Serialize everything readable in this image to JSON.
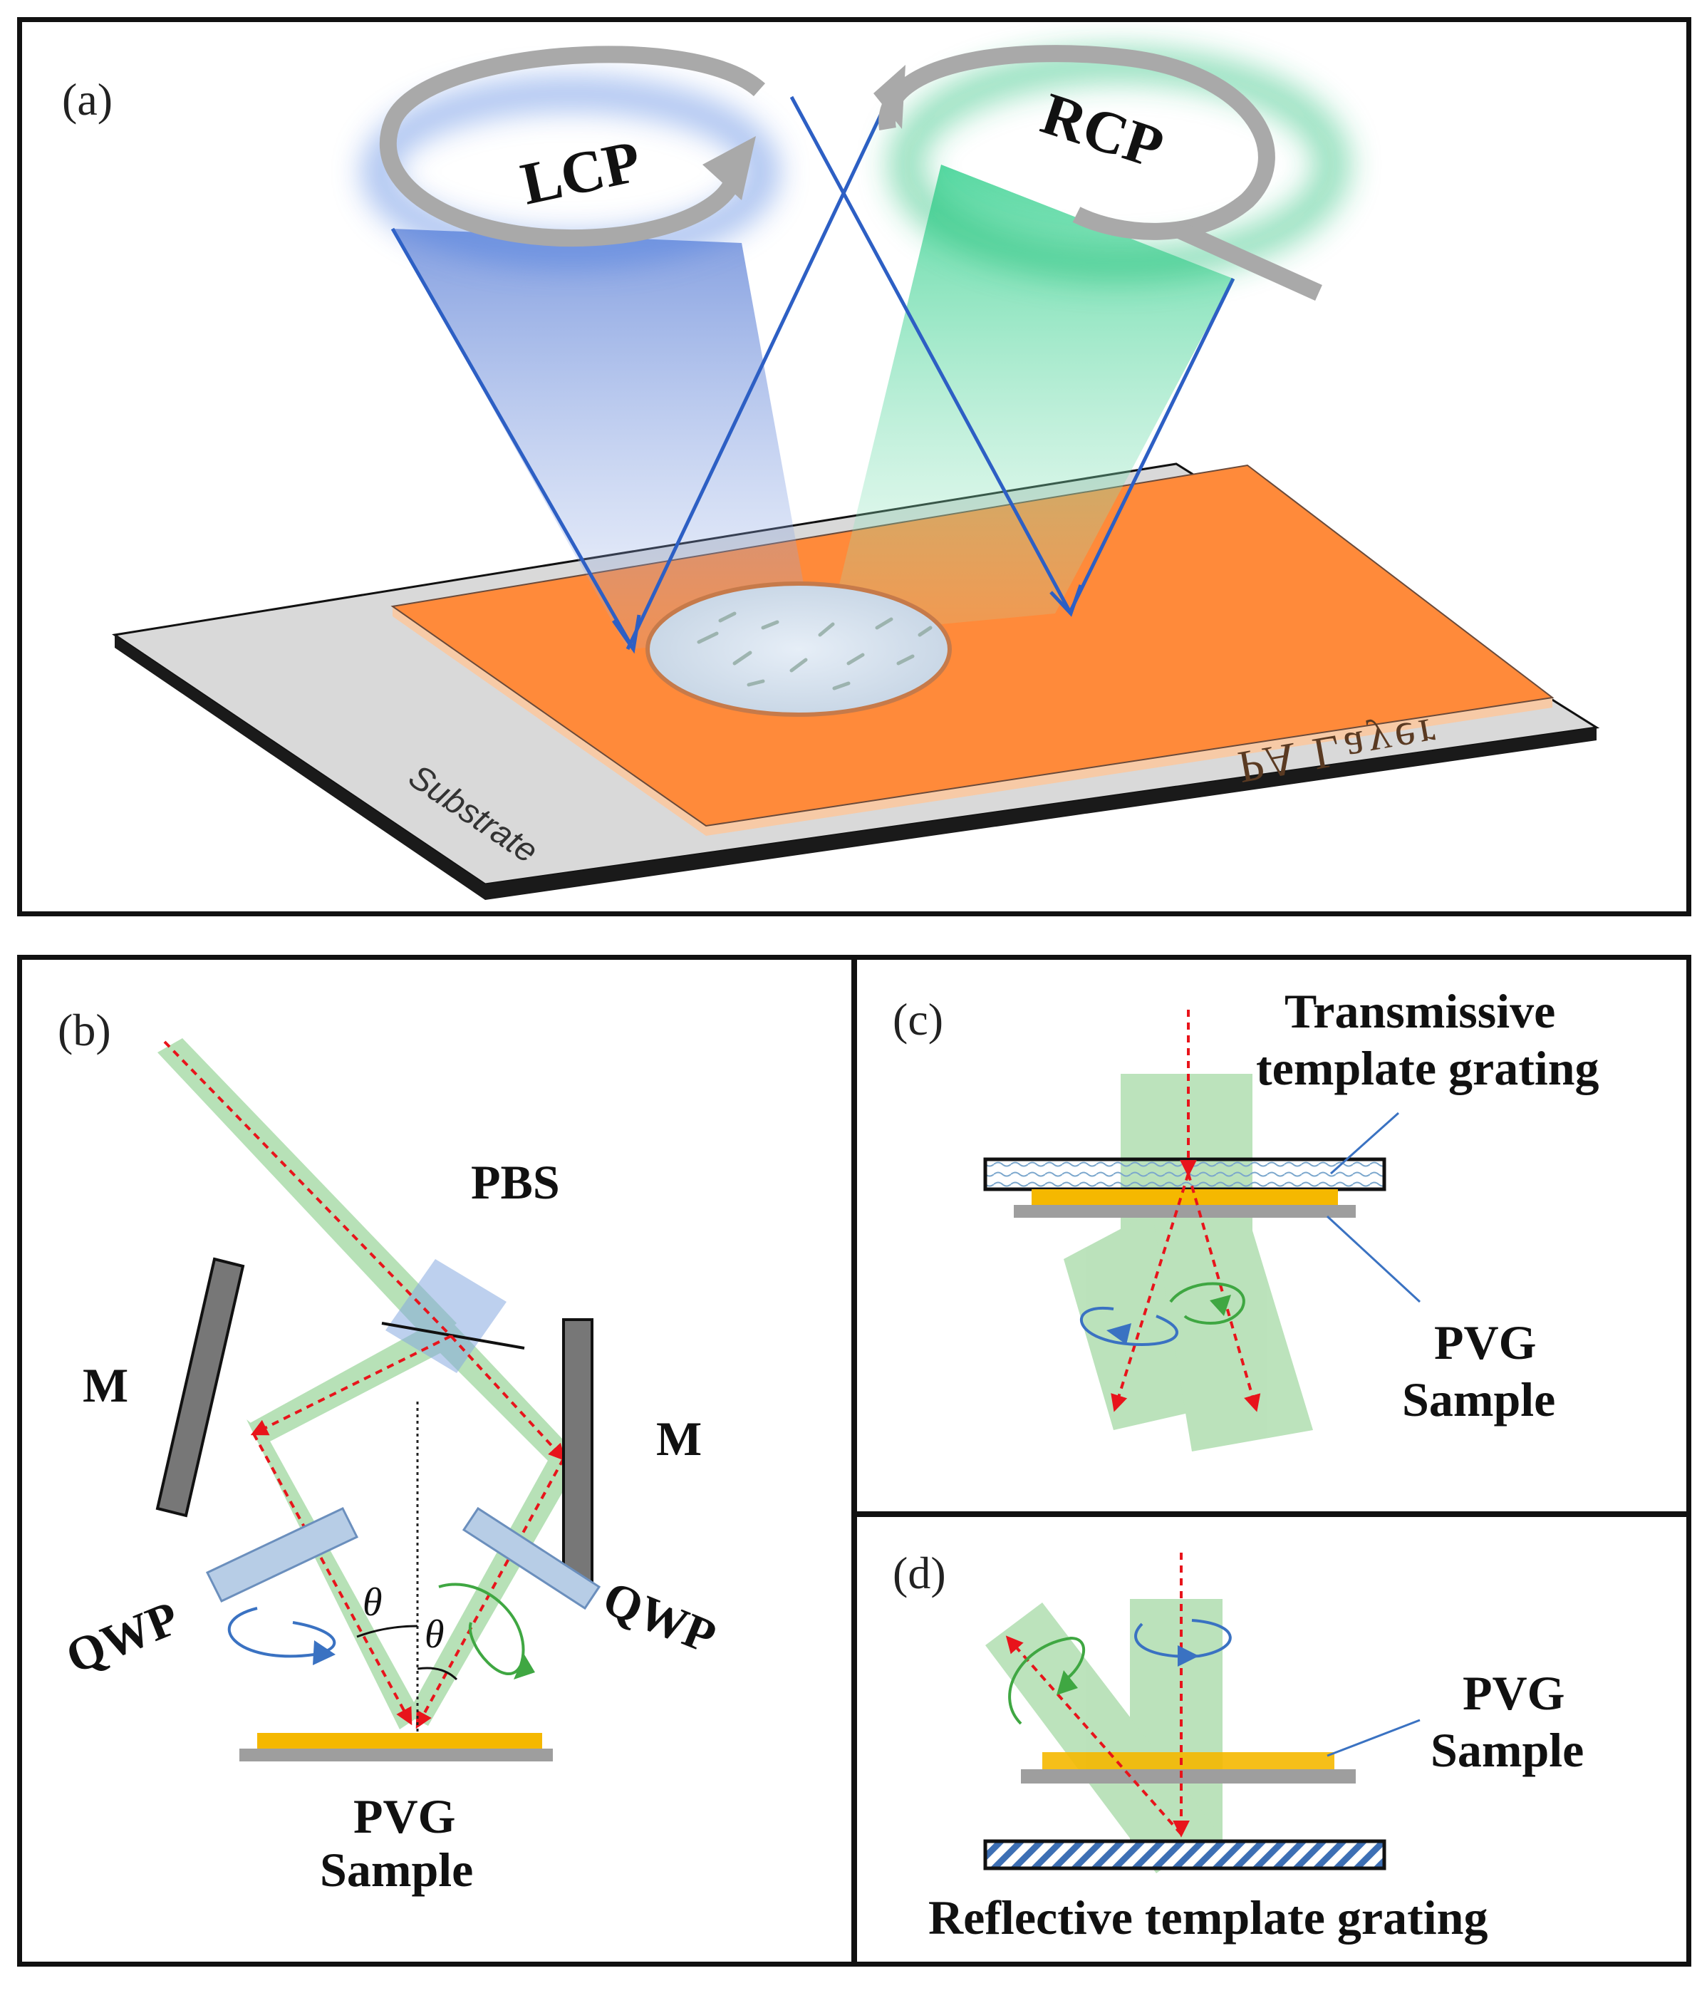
{
  "panel_a": {
    "label": "(a)",
    "beam_left": "LCP",
    "beam_right": "RCP",
    "layer": "PA Layer",
    "substrate": "Substrate",
    "colors": {
      "layer": "#ff8a3a",
      "substrate": "#d9d9d9",
      "beam_left": "#5b7fd6",
      "beam_right": "#36c98a"
    }
  },
  "panel_b": {
    "label": "(b)",
    "pbs": "PBS",
    "mirror_left": "M",
    "mirror_right": "M",
    "qwp_left": "QWP",
    "qwp_right": "QWP",
    "theta_left": "θ",
    "theta_right": "θ",
    "sample_line1": "PVG",
    "sample_line2": "Sample"
  },
  "panel_c": {
    "label": "(c)",
    "grating_line1": "Transmissive",
    "grating_line2": "template grating",
    "sample_line1": "PVG",
    "sample_line2": "Sample"
  },
  "panel_d": {
    "label": "(d)",
    "sample_line1": "PVG",
    "sample_line2": "Sample",
    "grating": "Reflective template grating"
  },
  "colors": {
    "beam": "#9fd79f",
    "ray": "#e8141b",
    "sample": "#f5b800",
    "glass": "#9e9e9e",
    "pointer": "#3a72c2"
  }
}
